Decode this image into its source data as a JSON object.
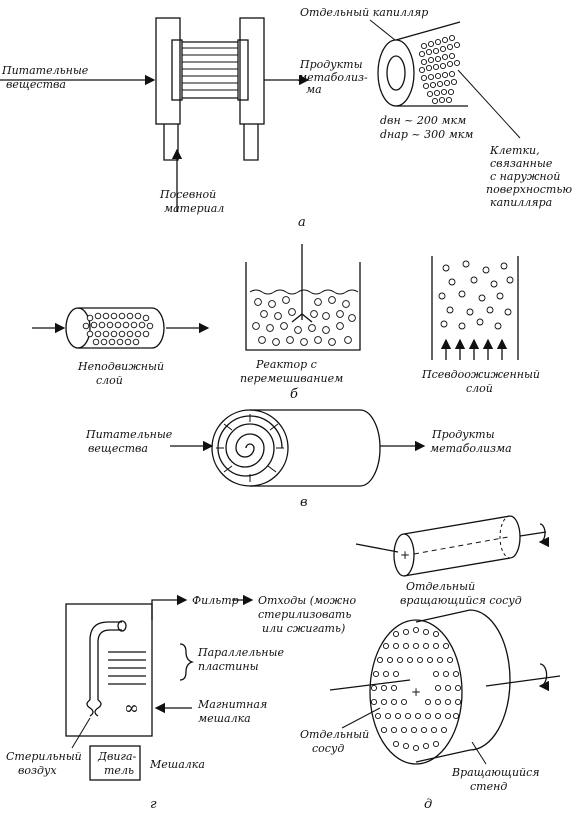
{
  "panel_a": {
    "inlet": [
      "Питательные",
      "вещества"
    ],
    "single_capillary": "Отдельный капилляр",
    "products": [
      "Продукты",
      "метаболиз-",
      "ма"
    ],
    "d_inner": "dвн ~ 200 мкм",
    "d_outer": "dнар ~ 300 мкм",
    "cells": [
      "Клетки,",
      "связанные",
      "с наружной",
      "поверхностью",
      "капилляра"
    ],
    "seed": [
      "Посевной",
      "материал"
    ],
    "letter": "а"
  },
  "panel_b": {
    "fixed_bed": [
      "Неподвижный",
      "слой"
    ],
    "stirred": [
      "Реактор с",
      "перемешиванием"
    ],
    "fluidized": [
      "Псевдоожиженный",
      "слой"
    ],
    "letter": "б"
  },
  "panel_v": {
    "inlet": [
      "Питательные",
      "вещества"
    ],
    "products": [
      "Продукты",
      "метаболизма"
    ],
    "letter": "в"
  },
  "panel_g": {
    "filter": "Фильтр",
    "waste": [
      "Отходы (можно",
      "стерилизовать",
      "или сжигать)"
    ],
    "plates": [
      "Параллельные",
      "пластины"
    ],
    "magnetic": [
      "Магнитная",
      "мешалка"
    ],
    "air": [
      "Стерильный",
      "воздух"
    ],
    "motor": [
      "Двига-",
      "тель"
    ],
    "mixer": "Мешалка",
    "letter": "г"
  },
  "panel_d": {
    "single_vessel": [
      "Отдельный",
      "вращающийся сосуд"
    ],
    "vessel": [
      "Отдельный",
      "сосуд"
    ],
    "stand": [
      "Вращающийся",
      "стенд"
    ],
    "letter": "д"
  }
}
